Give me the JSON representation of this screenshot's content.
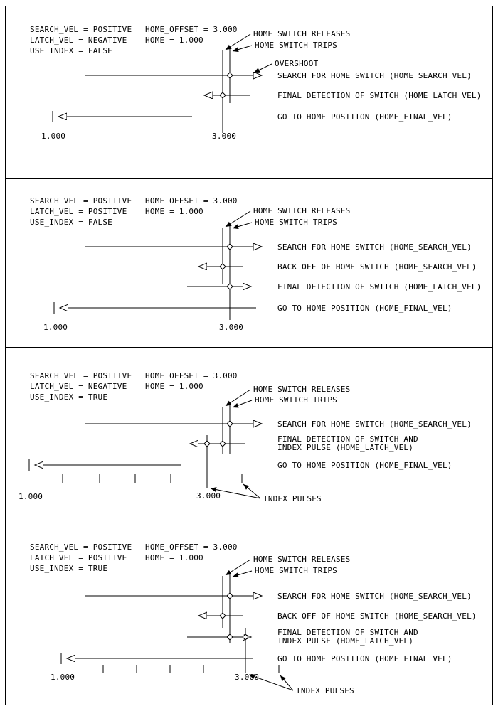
{
  "colors": {
    "ink": "#000000",
    "background": "#ffffff"
  },
  "panels": [
    {
      "params": {
        "search_vel": "SEARCH_VEL = POSITIVE",
        "home_offset": "HOME_OFFSET = 3.000",
        "latch_vel": "LATCH_VEL = NEGATIVE",
        "home": "HOME = 1.000",
        "use_index": "USE_INDEX = FALSE"
      },
      "callouts": {
        "releases": "HOME SWITCH RELEASES",
        "trips": "HOME SWITCH TRIPS",
        "overshoot": "OVERSHOOT"
      },
      "steps": {
        "search": "SEARCH FOR HOME SWITCH (HOME_SEARCH_VEL)",
        "latch": "FINAL DETECTION OF SWITCH (HOME_LATCH_VEL)",
        "go_home": "GO TO HOME POSITION (HOME_FINAL_VEL)"
      },
      "axis": {
        "home_pos": "1.000",
        "switch_pos": "3.000"
      }
    },
    {
      "params": {
        "search_vel": "SEARCH_VEL = POSITIVE",
        "home_offset": "HOME_OFFSET = 3.000",
        "latch_vel": "LATCH_VEL = POSITIVE",
        "home": "HOME = 1.000",
        "use_index": "USE_INDEX = FALSE"
      },
      "callouts": {
        "releases": "HOME SWITCH RELEASES",
        "trips": "HOME SWITCH TRIPS"
      },
      "steps": {
        "search": "SEARCH FOR HOME SWITCH (HOME_SEARCH_VEL)",
        "backoff": "BACK OFF OF HOME SWITCH (HOME_SEARCH_VEL)",
        "latch": "FINAL DETECTION OF SWITCH (HOME_LATCH_VEL)",
        "go_home": "GO TO HOME POSITION (HOME_FINAL_VEL)"
      },
      "axis": {
        "home_pos": "1.000",
        "switch_pos": "3.000"
      }
    },
    {
      "params": {
        "search_vel": "SEARCH_VEL = POSITIVE",
        "home_offset": "HOME_OFFSET = 3.000",
        "latch_vel": "LATCH_VEL = NEGATIVE",
        "home": "HOME = 1.000",
        "use_index": "USE_INDEX = TRUE"
      },
      "callouts": {
        "releases": "HOME SWITCH RELEASES",
        "trips": "HOME SWITCH TRIPS"
      },
      "steps": {
        "search": "SEARCH FOR HOME SWITCH (HOME_SEARCH_VEL)",
        "latch_line1": "FINAL DETECTION OF SWITCH AND",
        "latch_line2": "INDEX PULSE (HOME_LATCH_VEL)",
        "go_home": "GO TO HOME POSITION (HOME_FINAL_VEL)"
      },
      "index_pulses_label": "INDEX PULSES",
      "axis": {
        "home_pos": "1.000",
        "switch_pos": "3.000"
      }
    },
    {
      "params": {
        "search_vel": "SEARCH_VEL = POSITIVE",
        "home_offset": "HOME_OFFSET = 3.000",
        "latch_vel": "LATCH_VEL = POSITIVE",
        "home": "HOME = 1.000",
        "use_index": "USE_INDEX = TRUE"
      },
      "callouts": {
        "releases": "HOME SWITCH RELEASES",
        "trips": "HOME SWITCH TRIPS"
      },
      "steps": {
        "search": "SEARCH FOR HOME SWITCH (HOME_SEARCH_VEL)",
        "backoff": "BACK OFF OF HOME SWITCH (HOME_SEARCH_VEL)",
        "latch_line1": "FINAL DETECTION OF SWITCH AND",
        "latch_line2": "INDEX PULSE (HOME_LATCH_VEL)",
        "go_home": "GO TO HOME POSITION (HOME_FINAL_VEL)"
      },
      "index_pulses_label": "INDEX PULSES",
      "axis": {
        "home_pos": "1.000",
        "switch_pos": "3.000"
      }
    }
  ]
}
